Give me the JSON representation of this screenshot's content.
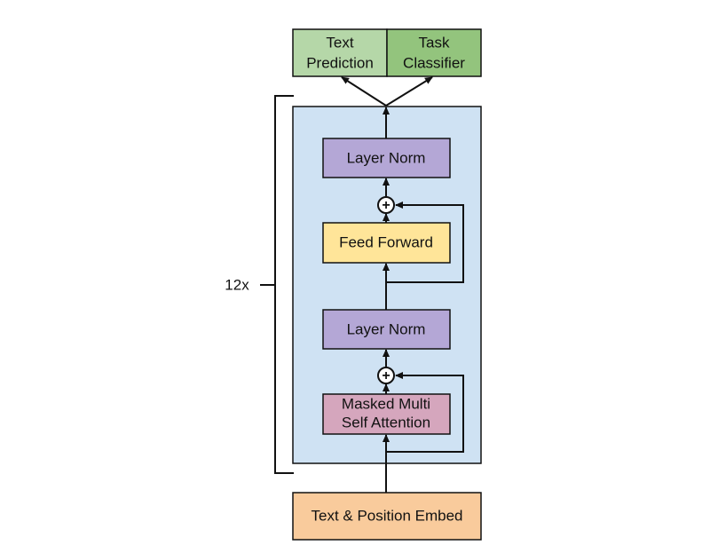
{
  "repeat_label": "12x",
  "outputs": {
    "text_prediction": {
      "lines": [
        "Text",
        "Prediction"
      ],
      "color": "#b5d7a8"
    },
    "task_classifier": {
      "lines": [
        "Task",
        "Classifier"
      ],
      "color": "#93c47d"
    }
  },
  "block": {
    "background": "#cfe2f3",
    "layer_norm_top": {
      "label": "Layer Norm",
      "color": "#b4a7d6"
    },
    "feed_forward": {
      "label": "Feed Forward",
      "color": "#ffe599"
    },
    "layer_norm_bottom": {
      "label": "Layer Norm",
      "color": "#b4a7d6"
    },
    "attention": {
      "lines": [
        "Masked Multi",
        "Self Attention"
      ],
      "color": "#d5a6bd"
    },
    "add_symbol": "+"
  },
  "input": {
    "label": "Text & Position Embed",
    "color": "#f9cb9c"
  }
}
